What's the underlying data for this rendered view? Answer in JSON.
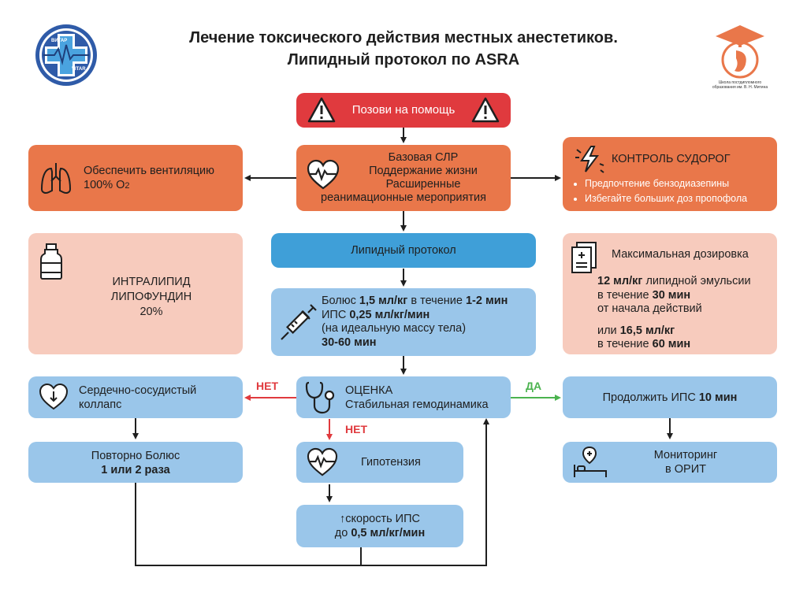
{
  "title": {
    "line1": "Лечение токсического действия местных анестетиков.",
    "line2": "Липидный протокол по ASRA"
  },
  "logos": {
    "left_top": "ВИТАР",
    "left_bottom": "VITAR",
    "right_text": "Школа постдипломного образования им. В. Н. Митина"
  },
  "call_help": "Позови на помощь",
  "cpr": {
    "l1": "Базовая СЛР",
    "l2": "Поддержание жизни",
    "l3": "Расширенные",
    "l4": "реанимационные мероприятия"
  },
  "ventilation": {
    "l1": "Обеспечить вентиляцию",
    "l2": "100% O",
    "sub": "2"
  },
  "seizure": {
    "title": "КОНТРОЛЬ СУДОРОГ",
    "b1": "Предпочтение бензодиазепины",
    "b2": "Избегайте больших доз пропофола"
  },
  "lipid_protocol": "Липидный протокол",
  "drugs": {
    "l1": "ИНТРАЛИПИД",
    "l2": "ЛИПОФУНДИН",
    "l3": "20%"
  },
  "bolus": {
    "l1a": "Болюс ",
    "l1b": "1,5 мл/кг",
    "l1c": " в течение ",
    "l1d": "1-2 мин",
    "l2a": "ИПС ",
    "l2b": "0,25 мл/кг/мин",
    "l3": "(на идеальную массу тела)",
    "l4": "30-60 мин"
  },
  "max_dose": {
    "title": "Максимальная дозировка",
    "l1a": "12 мл/кг",
    "l1b": " липидной эмульсии",
    "l2a": "в течение ",
    "l2b": "30 мин",
    "l3": "от начала действий",
    "l4a": "или ",
    "l4b": "16,5 мл/кг",
    "l5a": "в течение ",
    "l5b": "60 мин"
  },
  "collapse": {
    "l1": "Сердечно-сосудистый",
    "l2": "коллапс"
  },
  "assess": {
    "l1": "ОЦЕНКА",
    "l2": "Стабильная гемодинамика"
  },
  "continue": {
    "a": "Продолжить ИПС ",
    "b": "10 мин"
  },
  "repeat": {
    "l1": "Повторно Болюс",
    "l2": "1 или 2 раза"
  },
  "hypotension": "Гипотензия",
  "monitoring": {
    "l1": "Мониторинг",
    "l2": "в ОРИТ"
  },
  "speed": {
    "l1": "↑скорость ИПС",
    "l2a": "до ",
    "l2b": "0,5 мл/кг/мин"
  },
  "labels": {
    "no1": "НЕТ",
    "no2": "НЕТ",
    "yes": "ДА"
  },
  "colors": {
    "red": "#e03a3e",
    "green": "#4bb34f",
    "orange": "#e9774a",
    "blue": "#3f9fd8",
    "light_blue": "#9ac6ea",
    "pink": "#f7cbbd"
  }
}
